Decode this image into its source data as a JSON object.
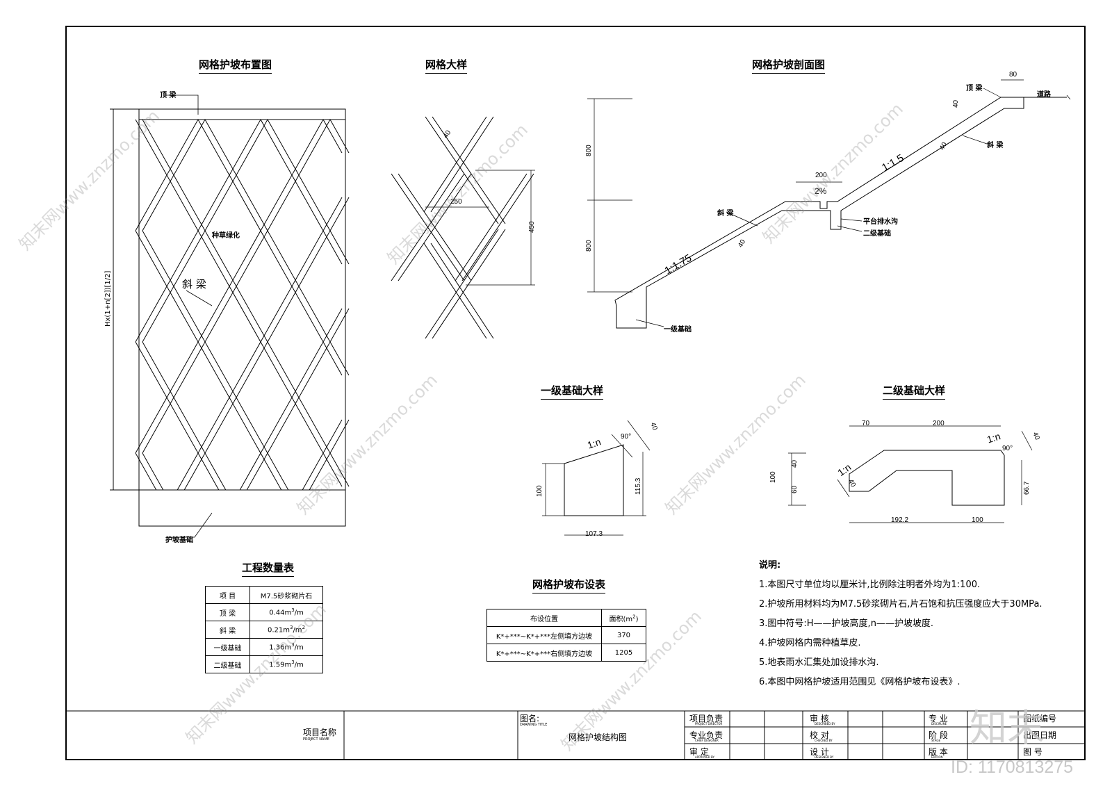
{
  "titles": {
    "layout": "网格护坡布置图",
    "grid_detail": "网格大样",
    "section": "网格护坡剖面图",
    "foundation1": "一级基础大样",
    "foundation2": "二级基础大样",
    "quantity_table": "工程数量表",
    "distribution_table": "网格护坡布设表"
  },
  "layout_labels": {
    "top_beam": "顶 梁",
    "planting": "种草绿化",
    "diagonal_beam": "斜 梁",
    "base": "护坡基础",
    "height_formula": "Hx(1+n[2])[1/2]"
  },
  "grid_dims": {
    "width": "40",
    "spacing": "250",
    "height": "450"
  },
  "section_labels": {
    "top_beam": "顶 梁",
    "road": "道路",
    "diagonal_upper": "斜 梁",
    "diagonal_lower": "斜 梁",
    "platform_drain": "平台排水沟",
    "foundation2": "二级基础",
    "foundation1": "一级基础",
    "slope_upper": "1:1.5",
    "slope_lower": "1:1.75",
    "grade": "2%",
    "dim_80": "80",
    "dim_40a": "40",
    "dim_40b": "40",
    "dim_40c": "40",
    "dim_200": "200",
    "dim_800a": "800",
    "dim_800b": "800"
  },
  "foundation1_labels": {
    "slope": "1:n",
    "angle": "90°",
    "dim_40": "40",
    "dim_100": "100",
    "dim_115": "115.3",
    "dim_107": "107.3"
  },
  "foundation2_labels": {
    "dim_70": "70",
    "dim_200": "200",
    "slope_a": "1:n",
    "slope_b": "1:n",
    "angle": "90°",
    "dim_40a": "40",
    "dim_40b": "40",
    "dim_40c": "40",
    "dim_60": "60",
    "dim_100": "100",
    "dim_66": "66.7",
    "dim_192": "192.2",
    "dim_100b": "100"
  },
  "quantity_table": {
    "header": [
      "项 目",
      "M7.5砂浆砌片石"
    ],
    "rows": [
      [
        "顶 梁",
        "0.44m",
        "3",
        "/m"
      ],
      [
        "斜 梁",
        "0.21m",
        "3",
        "/m",
        "2"
      ],
      [
        "一级基础",
        "1.36m",
        "3",
        "/m"
      ],
      [
        "二级基础",
        "1.59m",
        "3",
        "/m"
      ]
    ]
  },
  "distribution_table": {
    "header_location": "布设位置",
    "header_area": "面积(m",
    "header_area_sup": "2",
    "header_area_end": ")",
    "rows": [
      [
        "K*+***~K*+***左侧填方边坡",
        "370"
      ],
      [
        "K*+***~K*+***右侧填方边坡",
        "1205"
      ]
    ]
  },
  "notes": {
    "heading": "说明:",
    "items": [
      "1.本图尺寸单位均以厘米计,比例除注明者外均为1:100.",
      "2.护坡所用材料均为M7.5砂浆砌片石,片石饱和抗压强度应大于30MPa.",
      "3.图中符号:H——护坡高度,n——护坡坡度.",
      "4.护坡网格内需种植草皮.",
      "5.地表雨水汇集处加设排水沟.",
      "6.本图中网格护坡适用范围见《网格护坡布设表》."
    ]
  },
  "title_block": {
    "project_name": "项目名称",
    "project_name_en": "PROJECT NAME",
    "drawing_title_label": "图名:",
    "drawing_title_en": "DRAWING TITLE",
    "drawing_title": "网格护坡结构图",
    "project_lead": "项目负责",
    "project_lead_en": "PROJECT DIRECTOR",
    "discipline_lead": "专业负责",
    "discipline_lead_en": "CHIEF DESIGNER",
    "approved": "审 定",
    "approved_en": "APPROVED BY",
    "review": "审 核",
    "review_en": "DESCRIBED BY",
    "check": "校 对",
    "check_en": "CHECKED BY",
    "design": "设 计",
    "design_en": "DESIGNED BY",
    "discipline": "专 业",
    "discipline_en": "DISCIPLINE",
    "stage": "阶 段",
    "stage_en": "STAGE",
    "edition": "版 本",
    "edition_en": "EDITION",
    "drawing_no": "图纸编号",
    "date": "出图日期",
    "drawing_num": "图 号"
  },
  "watermark": {
    "logo": "知末",
    "id": "ID: 1170813275",
    "site": "知末网www.znzmo.com"
  }
}
